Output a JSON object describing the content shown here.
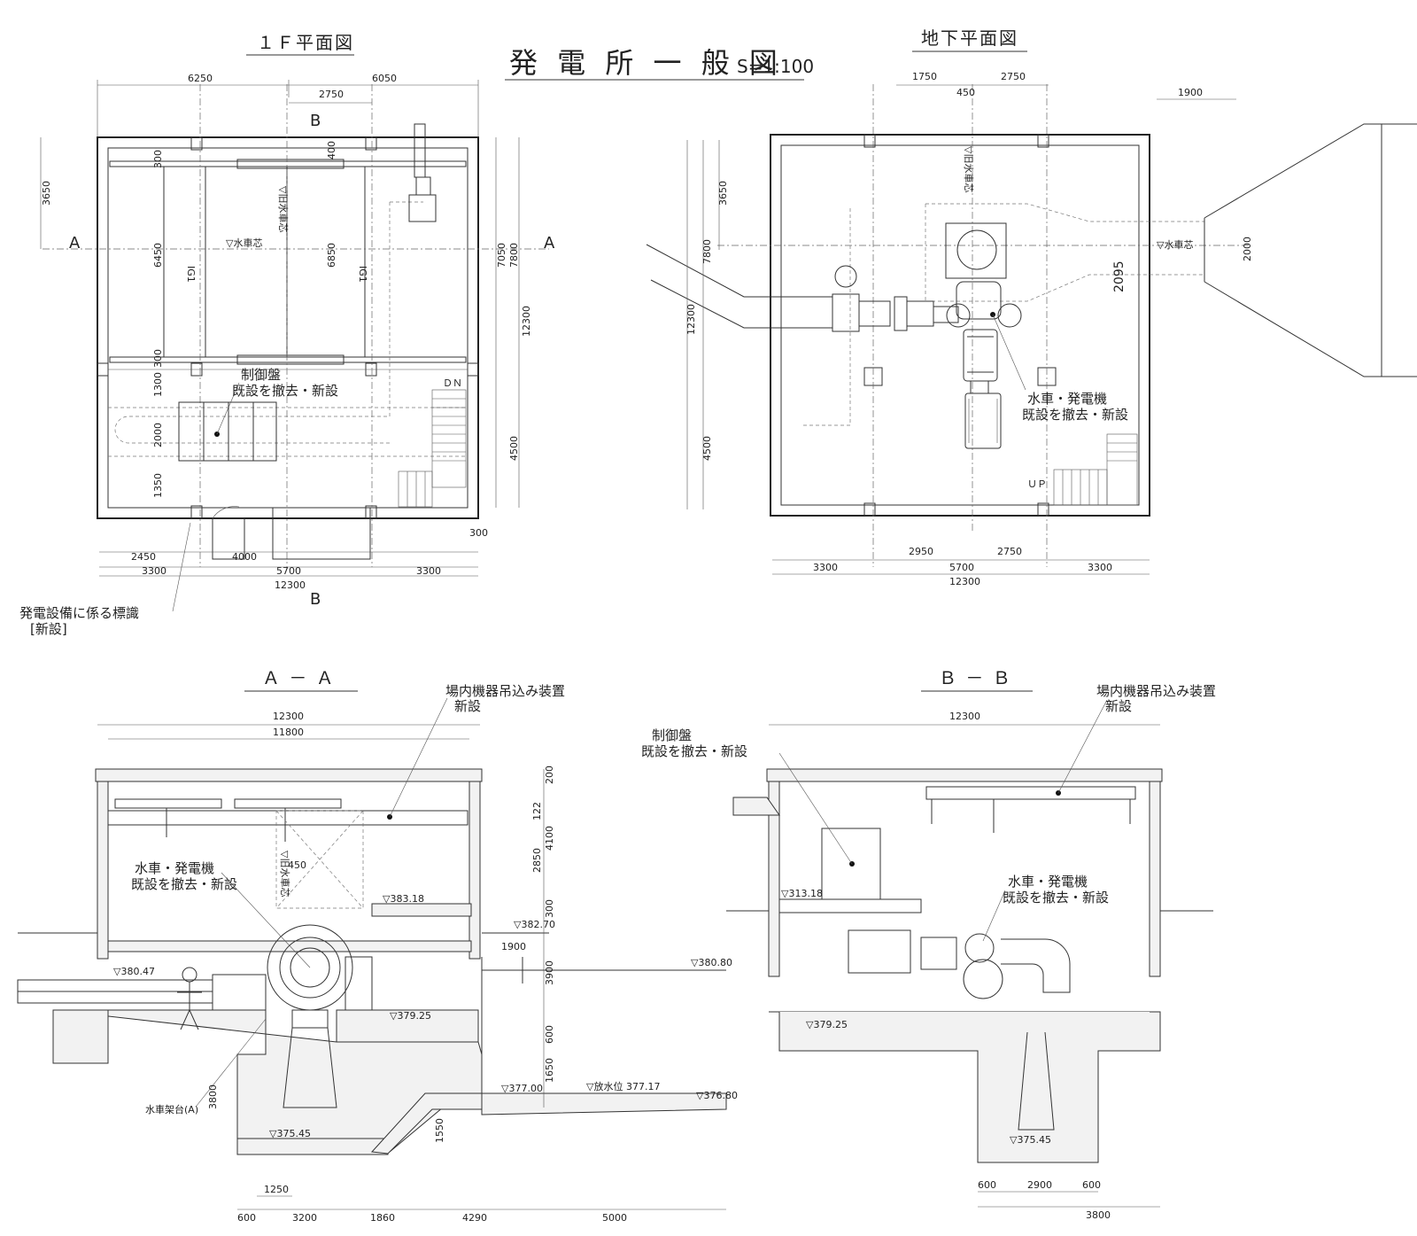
{
  "title": {
    "main": "発 電 所 一 般 図",
    "scale": "S=1:100"
  },
  "views": {
    "plan_1f": {
      "title": "１Ｆ平面図",
      "section_marks": {
        "a_left": "A",
        "a_right": "A",
        "b_top": "B",
        "b_bottom": "B"
      },
      "dims": {
        "top_left": "6250",
        "top_right": "6050",
        "top_inner": "2750",
        "left_3650": "3650",
        "v6450": "6450",
        "v6850": "6850",
        "v7050": "7050",
        "v7800": "7800",
        "v12300": "12300",
        "v4500": "4500",
        "v300a": "300",
        "v300b": "300",
        "v400": "400",
        "v1300": "1300",
        "v2000": "2000",
        "v1350": "1350",
        "b2450": "2450",
        "b4000": "4000",
        "b3300l": "3300",
        "b5700": "5700",
        "b3300r": "3300",
        "b12300": "12300",
        "b300": "300"
      },
      "labels": {
        "control_panel": "制御盤",
        "control_panel_note": "既設を撤去・新設",
        "water_center": "▽水車芯",
        "old_center": "▽旧水車芯",
        "dn": "ＤＮ",
        "ig1": "IG1",
        "ig2": "IG1",
        "sign": "発電設備に係る標識",
        "sign_note": "[新設]"
      }
    },
    "plan_b1": {
      "title": "地下平面図",
      "dims": {
        "t1750": "1750",
        "t2750": "2750",
        "t450": "450",
        "t1900": "1900",
        "v3650": "3650",
        "v7800": "7800",
        "v12300": "12300",
        "v4500": "4500",
        "v2095": "2095",
        "v2000": "2000",
        "b2950": "2950",
        "b2750": "2750",
        "b3300l": "3300",
        "b5700": "5700",
        "b3300r": "3300",
        "b12300": "12300"
      },
      "labels": {
        "turbine": "水車・発電機",
        "turbine_note": "既設を撤去・新設",
        "water_center": "▽水車芯",
        "old_center": "▽旧水車芯",
        "up": "ＵＰ"
      }
    },
    "section_aa": {
      "title": "Ａ － Ａ",
      "dims": {
        "w12300": "12300",
        "w11800": "11800",
        "h200": "200",
        "h122": "122",
        "h4100": "4100",
        "h2850": "2850",
        "h300": "300",
        "h1900": "1900",
        "h3900": "3900",
        "h600": "600",
        "h1650": "1650",
        "h3800": "3800",
        "h1550": "1550",
        "h450": "450",
        "b1250": "1250",
        "b600": "600",
        "b3200": "3200",
        "b1860": "1860",
        "b4290": "4290",
        "b5000": "5000"
      },
      "levels": {
        "l383": "▽383.18",
        "l382": "▽382.70",
        "l380": "▽380.47",
        "l380b": "▽380.80",
        "l379": "▽379.25",
        "l377": "▽377.00",
        "l376": "▽376.80",
        "l375": "▽375.45",
        "discharge": "▽放水位 377.17"
      },
      "labels": {
        "crane": "場内機器吊込み装置",
        "crane_note": "新設",
        "turbine": "水車・発電機",
        "turbine_note": "既設を撤去・新設",
        "stand": "水車架台(A)",
        "old_center": "▽旧水車芯"
      }
    },
    "section_bb": {
      "title": "Ｂ － Ｂ",
      "dims": {
        "w12300": "12300",
        "b600l": "600",
        "b2900": "2900",
        "b600r": "600",
        "b3800": "3800"
      },
      "levels": {
        "l313": "▽313.18",
        "l379": "▽379.25",
        "l375": "▽375.45"
      },
      "labels": {
        "crane": "場内機器吊込み装置",
        "crane_note": "新設",
        "control_panel": "制御盤",
        "control_panel_note": "既設を撤去・新設",
        "turbine": "水車・発電機",
        "turbine_note": "既設を撤去・新設"
      }
    }
  }
}
